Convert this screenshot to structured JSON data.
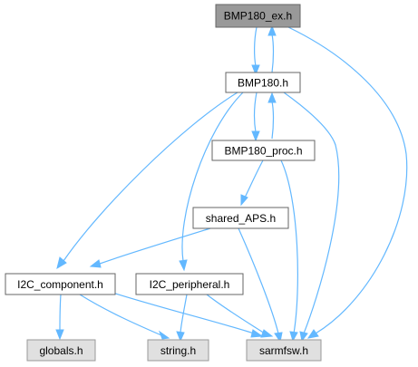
{
  "nodes": {
    "bmp180_ex": {
      "label": "BMP180_ex.h",
      "kind": "root"
    },
    "bmp180": {
      "label": "BMP180.h",
      "kind": "normal"
    },
    "bmp180_proc": {
      "label": "BMP180_proc.h",
      "kind": "normal"
    },
    "shared_aps": {
      "label": "shared_APS.h",
      "kind": "normal"
    },
    "i2c_component": {
      "label": "I2C_component.h",
      "kind": "normal"
    },
    "i2c_peripheral": {
      "label": "I2C_peripheral.h",
      "kind": "normal"
    },
    "globals": {
      "label": "globals.h",
      "kind": "external"
    },
    "string": {
      "label": "string.h",
      "kind": "external"
    },
    "sarmfsw": {
      "label": "sarmfsw.h",
      "kind": "external"
    }
  },
  "edges": [
    {
      "from": "bmp180_ex",
      "to": "bmp180"
    },
    {
      "from": "bmp180",
      "to": "bmp180_ex"
    },
    {
      "from": "bmp180_ex",
      "to": "sarmfsw"
    },
    {
      "from": "bmp180",
      "to": "bmp180_proc"
    },
    {
      "from": "bmp180_proc",
      "to": "bmp180"
    },
    {
      "from": "bmp180",
      "to": "i2c_component"
    },
    {
      "from": "bmp180",
      "to": "i2c_peripheral"
    },
    {
      "from": "bmp180",
      "to": "sarmfsw"
    },
    {
      "from": "bmp180_proc",
      "to": "shared_aps"
    },
    {
      "from": "bmp180_proc",
      "to": "sarmfsw"
    },
    {
      "from": "shared_aps",
      "to": "i2c_component"
    },
    {
      "from": "shared_aps",
      "to": "sarmfsw"
    },
    {
      "from": "i2c_component",
      "to": "globals"
    },
    {
      "from": "i2c_component",
      "to": "string"
    },
    {
      "from": "i2c_component",
      "to": "sarmfsw"
    },
    {
      "from": "i2c_peripheral",
      "to": "string"
    },
    {
      "from": "i2c_peripheral",
      "to": "sarmfsw"
    }
  ],
  "colors": {
    "edge": "#63b8ff",
    "root_fill": "#999999",
    "external_fill": "#e0e0e0",
    "border": "#666666"
  }
}
